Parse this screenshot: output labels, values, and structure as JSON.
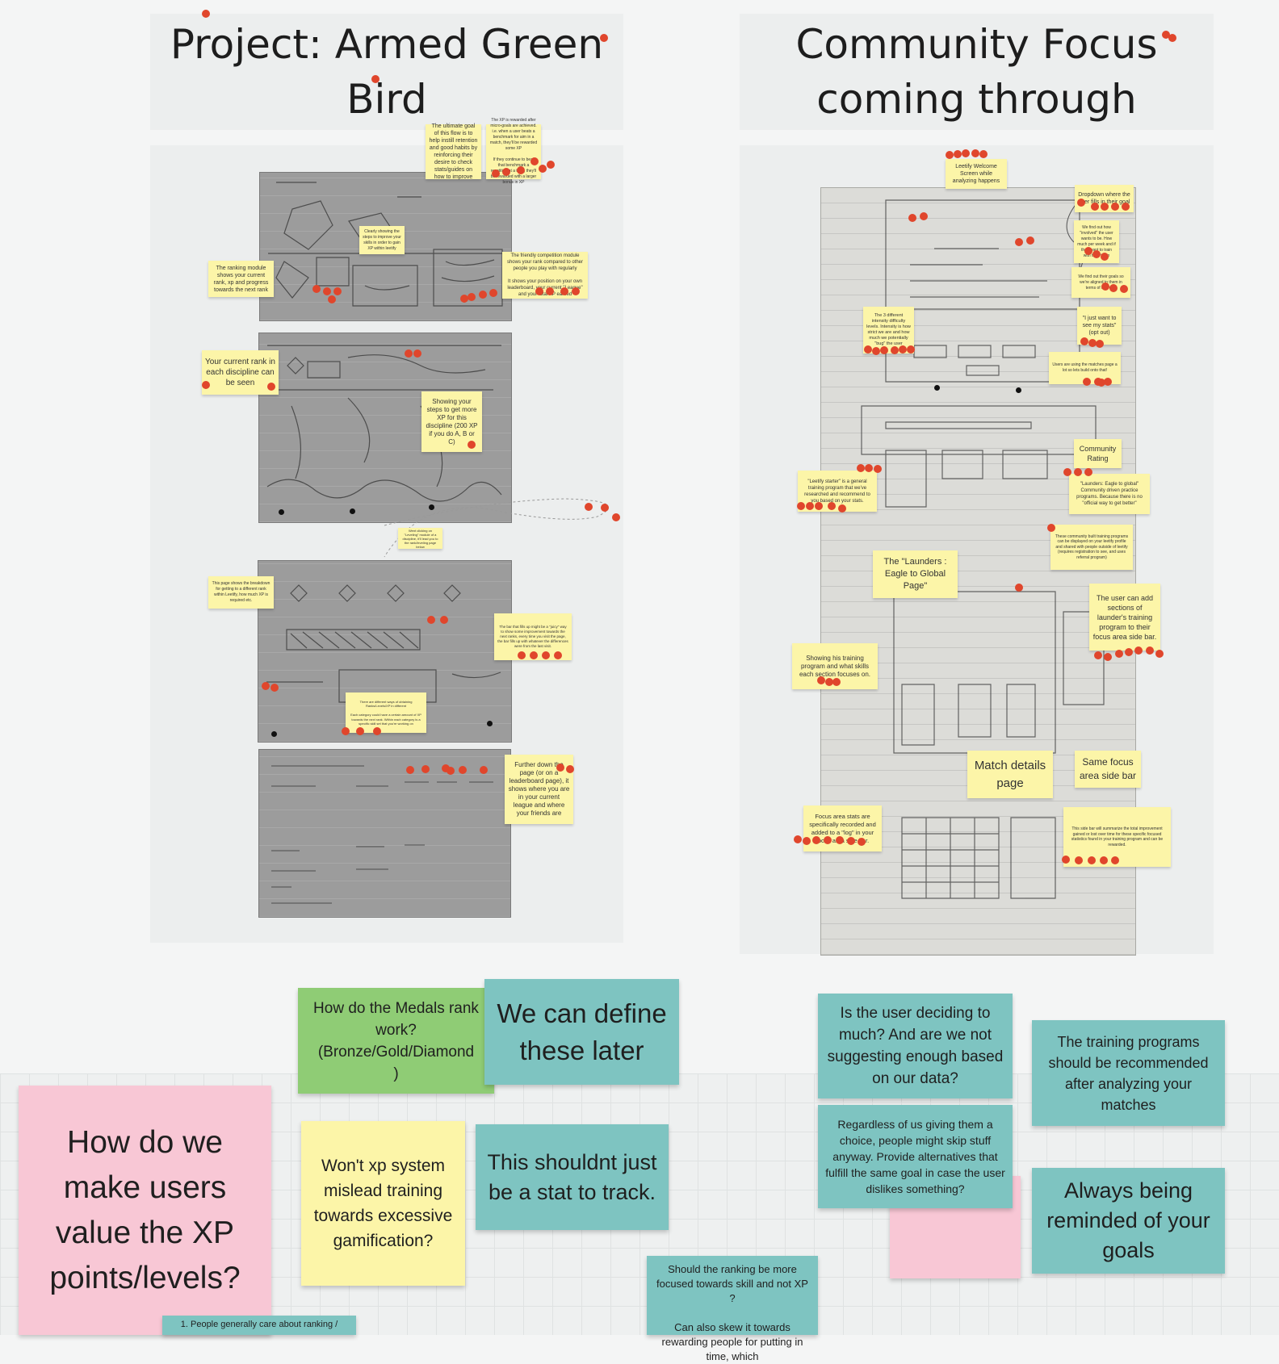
{
  "frames": {
    "left_title": "Project: Armed Green\nBird",
    "right_title": "Community Focus\ncoming through"
  },
  "left_notes": {
    "goal": "The ultimate goal of this flow is to help instill retention and good habits by reinforcing their desire to check stats/guides on how to improve",
    "xp": "The XP is rewarded after micro-goals are achieved. i.e. when a user beats a benchmark for aim in a match, they'll be rewarded some XP\n\nIf they continue to beat that benchmark a repetition at a time, they'll be rewarded with a larger bonus in XP",
    "clearly": "Clearly showing the steps to improve your skills in order to gain XP within leetify",
    "ranking": "The ranking module shows your current rank, xp and progress towards the next rank",
    "friendly": "The friendly competition module shows your rank compared to other people you play with regularly\n\nIt shows your position on your own leaderboard, your current \"League\" and your total XP earned",
    "current_rank": "Your current rank in each discipline can be seen",
    "steps": "Showing your steps to get more XP for this discipline (200 XP if you do A, B or C)",
    "link": "Went clicking on \"Leveling\" module of a discipline, it'll lead you to the rank/leveling page below",
    "breakdown": "This page shows the breakdown for getting to a different rank within Leetify, how much XP is required etc.",
    "bar": "The bar that fills up might be a \"juicy\" way to show some improvement towards the next ranks, every time you visit the page, the bar fills up with whatever the differences were from the last visit.",
    "divisions": "There are different ways of obtaining Ranks/Levels/XP in different\n\nEach category could have a certain amount of XP towards the next rank. Within each category is a specific skill set that you're working on",
    "further": "Further down the page (or on a leaderboard page), it shows where you are in your current league and where your friends are"
  },
  "right_notes": {
    "welcome": "Leetify Welcome Screen while analyzing happens",
    "dropdown": "Dropdown where the user fills in their goal",
    "findout": "We find out how \"involved\" the user wants to be. How much per week and if they want to train with their team",
    "aligned": "We find out their goals so we're aligned to them in terms of intensity",
    "stats": "\"I just want to see my stats\" (opt out)",
    "intensity": "The 3 different intensity difficulty levels. Intensity is how strict we are and how much we potentially \"bug\" the user",
    "matches": "Users are using the matches page a lot so lets build onto that!",
    "community_rating": "Community Rating",
    "starter": "\"Leetify starter\" is a general training program that we've researched and recommend to you based on your stats.",
    "launders": "\"Launders: Eagle to global\" Community driven practice programs. Because there is no \"official way to get better\"",
    "built": "These community built training programs can be displayed on your leetify profile and shared with people outside of leetify (requires registration to see, and uses referral program)",
    "launders_page": "The \"Launders : Eagle to Global Page\"",
    "add_sections": "The user can add sections of launder's training program to their focus area side bar.",
    "showing": "Showing his training program and what skills each section focuses on.",
    "match_details": "Match details page",
    "same_focus": "Same focus area side bar",
    "focus_stats": "Focus area stats are specifically recorded and added to a \"log\" in your focus area side bar.",
    "sidebar_summary": "This side bar will summarize the total improvement gained or lost over time for these specific focused statistics found in your training program and can be rewarded."
  },
  "stickies": {
    "medals": "How do the Medals rank work? (Bronze/Gold/Diamond\n)",
    "define_later": "We can define these later",
    "value_xp": "How do we make users value the XP points/levels?",
    "mislead": "Won't xp system mislead training towards excessive gamification?",
    "not_stat": "This shouldnt just be a stat to track.",
    "ranking_focus": "Should the ranking be more focused towards skill and not XP ?\n\nCan also skew it towards rewarding people for putting in time, which",
    "people_care": "1. People generally care about ranking /",
    "deciding": "Is the user deciding to much? And are we not suggesting enough based on our data?",
    "regardless": "Regardless of us giving them a choice, people might skip stuff anyway. Provide alternatives that fulfill the same goal in case the user dislikes something?",
    "recommended": "The training programs should be recommended after analyzing your matches",
    "reminded": "Always being reminded of your goals"
  },
  "colors": {
    "teal": "#7ec4c1",
    "green": "#8fcc75",
    "yellow": "#fcf5a8",
    "pink": "#f8c7d5",
    "vote_dot": "#e0462c"
  }
}
